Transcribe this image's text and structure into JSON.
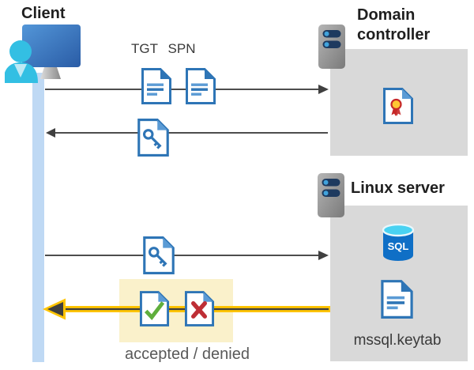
{
  "diagram": {
    "client": {
      "label": "Client"
    },
    "domain_controller": {
      "title": "Domain controller"
    },
    "linux_server": {
      "title": "Linux server",
      "sql_badge": "SQL",
      "keytab_label": "mssql.keytab"
    },
    "flow": {
      "tgt_label": "TGT",
      "spn_label": "SPN",
      "result_label": "accepted / denied"
    },
    "colors": {
      "doc_blue": "#2E75B6",
      "doc_line_light": "#5B9BD5",
      "box_gray": "#D9D9D9",
      "highlight_yellow_bg": "#FAF1CB",
      "arrow_yellow": "#FFC400",
      "arrow_gray": "#4D4D4D",
      "lifeline_blue": "#BFD9F4",
      "check_green": "#5FAE3C",
      "cross_red": "#BE2E35",
      "sql_blue": "#0F6FC6",
      "sql_top_cyan": "#49D2F2",
      "cert_gold": "#FFC733",
      "cert_red": "#C62828",
      "monitor_blue": "#3570B8",
      "person_cyan": "#33BFE3",
      "server_gray": "#9B9B9B",
      "server_slot_navy": "#1E3A5F"
    }
  }
}
